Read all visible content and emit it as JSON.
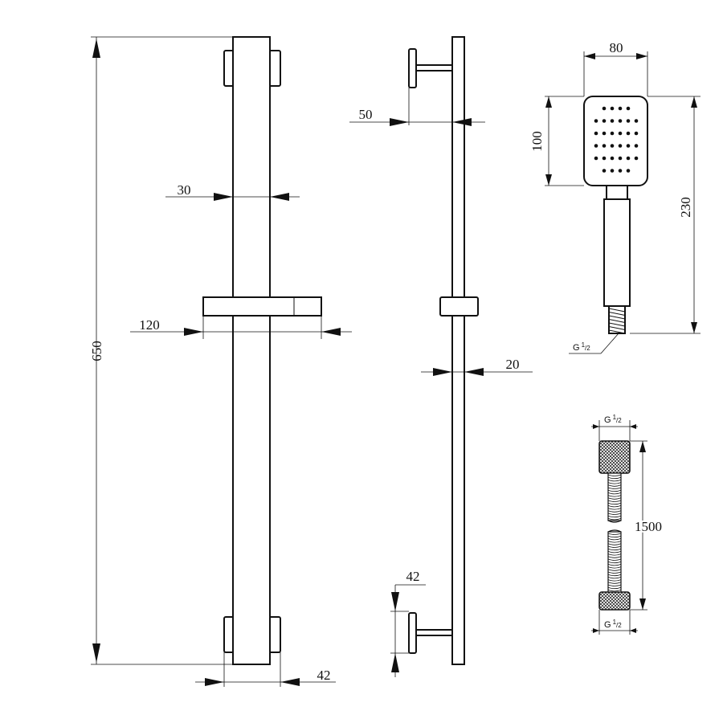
{
  "front_view": {
    "total_height": "650",
    "bar_width": "30",
    "holder_width": "120",
    "bracket_width": "42"
  },
  "side_view": {
    "bracket_offset": "50",
    "bar_depth": "20",
    "bracket_height": "42"
  },
  "hand_shower": {
    "head_width": "80",
    "head_height": "100",
    "total_length": "230",
    "thread": "G",
    "thread_fraction": "1/2"
  },
  "hose": {
    "length": "1500",
    "thread_top": "G",
    "thread_bottom": "G",
    "thread_fraction": "1/2"
  },
  "colors": {
    "line": "#111111",
    "background": "#ffffff"
  }
}
